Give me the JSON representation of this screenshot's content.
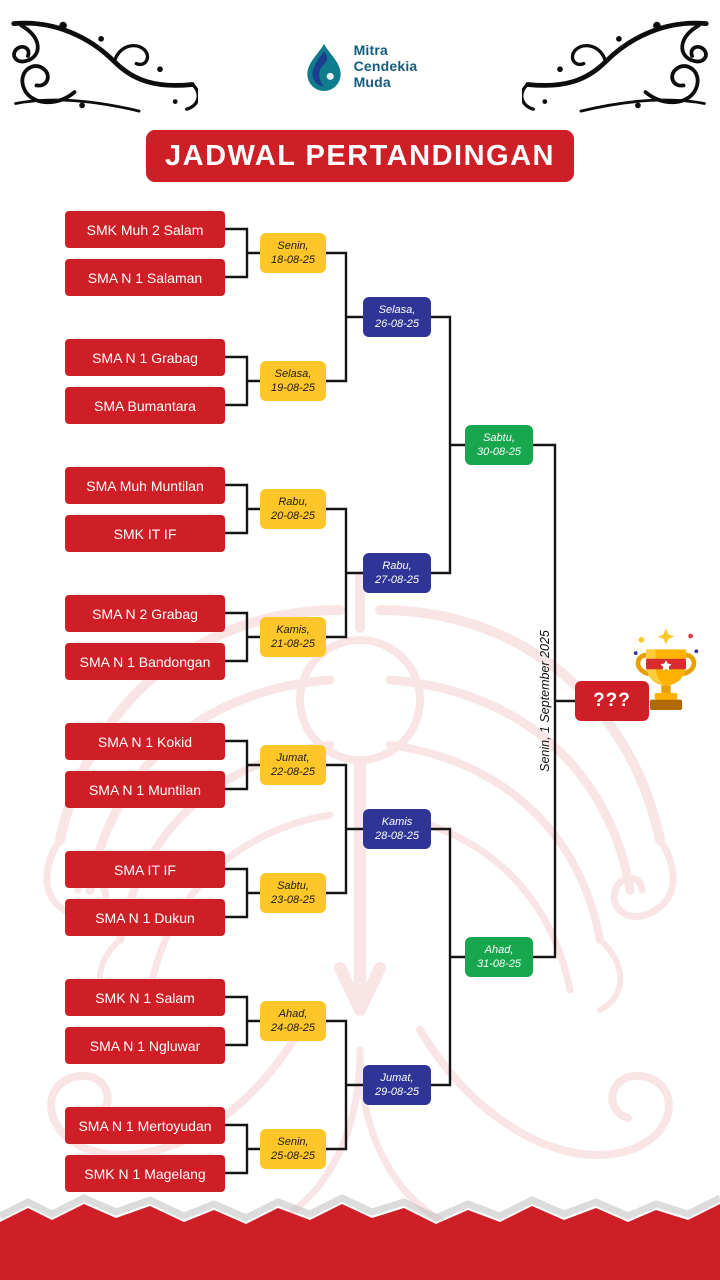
{
  "logo": {
    "line1": "Mitra",
    "line2": "Cendekia",
    "line3": "Muda"
  },
  "title": "JADWAL PERTANDINGAN",
  "bracket": {
    "teams": [
      "SMK Muh 2 Salam",
      "SMA N 1 Salaman",
      "SMA N 1 Grabag",
      "SMA Bumantara",
      "SMA Muh Muntilan",
      "SMK IT IF",
      "SMA N 2 Grabag",
      "SMA N 1 Bandongan",
      "SMA N 1 Kokid",
      "SMA N 1 Muntilan",
      "SMA IT IF",
      "SMA N 1 Dukun",
      "SMK N 1 Salam",
      "SMA N 1 Ngluwar",
      "SMA N 1 Mertoyudan",
      "SMK N 1 Magelang"
    ],
    "round1": [
      {
        "day": "Senin,",
        "date": "18-08-25"
      },
      {
        "day": "Selasa,",
        "date": "19-08-25"
      },
      {
        "day": "Rabu,",
        "date": "20-08-25"
      },
      {
        "day": "Kamis,",
        "date": "21-08-25"
      },
      {
        "day": "Jumat,",
        "date": "22-08-25"
      },
      {
        "day": "Sabtu,",
        "date": "23-08-25"
      },
      {
        "day": "Ahad,",
        "date": "24-08-25"
      },
      {
        "day": "Senin,",
        "date": "25-08-25"
      }
    ],
    "round2": [
      {
        "day": "Selasa,",
        "date": "26-08-25"
      },
      {
        "day": "Rabu,",
        "date": "27-08-25"
      },
      {
        "day": "Kamis",
        "date": "28-08-25"
      },
      {
        "day": "Jumat,",
        "date": "29-08-25"
      }
    ],
    "semifinal": [
      {
        "day": "Sabtu,",
        "date": "30-08-25"
      },
      {
        "day": "Ahad,",
        "date": "31-08-25"
      }
    ],
    "final_date": "Senin, 1 September 2025",
    "champion_placeholder": "???"
  },
  "colors": {
    "red": "#CF1F26",
    "yellow": "#FFC629",
    "navy": "#2E3597",
    "green": "#18A74E",
    "logo_teal": "#0E7C8C",
    "logo_text": "#135C7D"
  }
}
